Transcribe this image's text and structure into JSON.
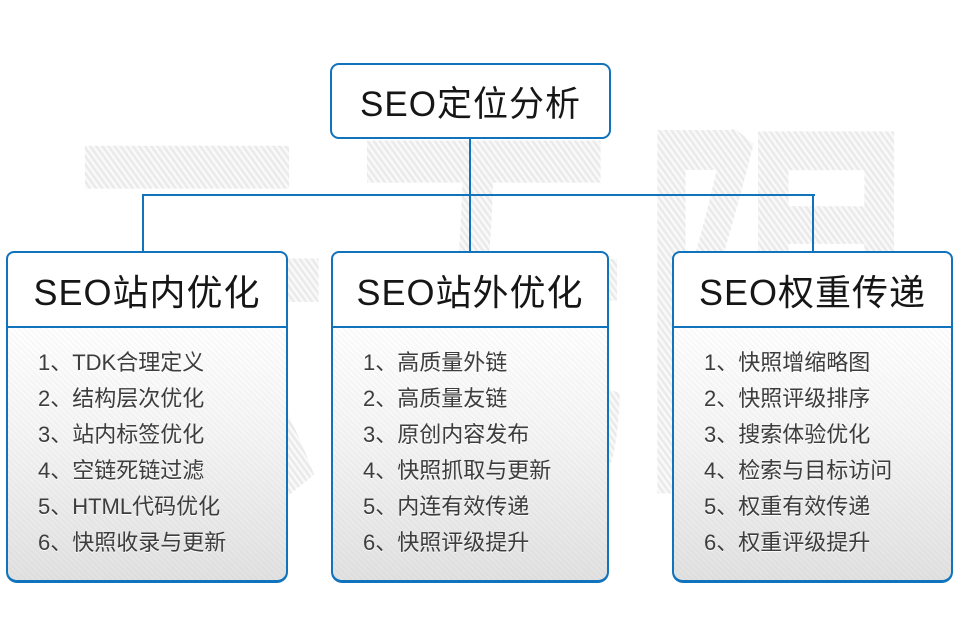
{
  "colors": {
    "accent_blue": "#1273bd",
    "box_fill_top": "#ffffff",
    "box_fill_bottom": "#e2e2e2",
    "heading_text": "#161616",
    "list_text": "#3d3d3d",
    "watermark_gray": "#ececec"
  },
  "watermark": {
    "text": "云无限"
  },
  "diagram": {
    "root": {
      "title": "SEO定位分析"
    },
    "branches": [
      {
        "title": "SEO站内优化",
        "items": [
          "1、TDK合理定义",
          "2、结构层次优化",
          "3、站内标签优化",
          "4、空链死链过滤",
          "5、HTML代码优化",
          "6、快照收录与更新"
        ]
      },
      {
        "title": "SEO站外优化",
        "items": [
          "1、高质量外链",
          "2、高质量友链",
          "3、原创内容发布",
          "4、快照抓取与更新",
          "5、内连有效传递",
          "6、快照评级提升"
        ]
      },
      {
        "title": "SEO权重传递",
        "items": [
          "1、快照增缩略图",
          "2、快照评级排序",
          "3、搜索体验优化",
          "4、检索与目标访问",
          "5、权重有效传递",
          "6、权重评级提升"
        ]
      }
    ]
  }
}
